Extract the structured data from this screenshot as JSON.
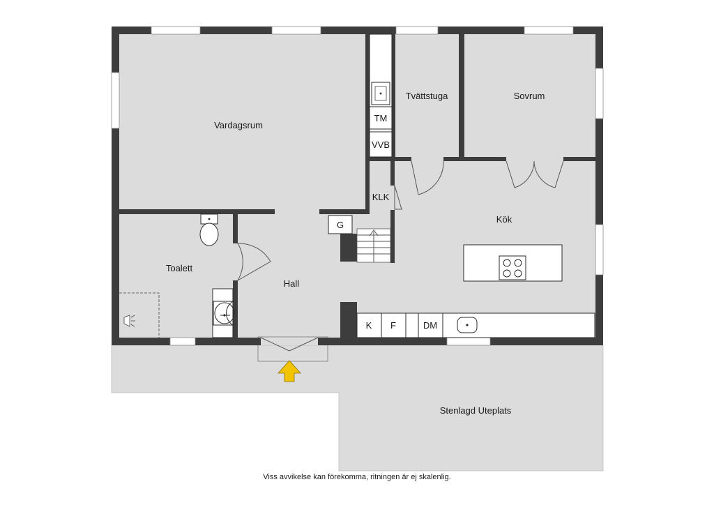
{
  "rooms": {
    "vardagsrum": "Vardagsrum",
    "tvattstuga": "Tvättstuga",
    "sovrum": "Sovrum",
    "klk": "KLK",
    "kok": "Kök",
    "toalett": "Toalett",
    "hall": "Hall",
    "uteplats": "Stenlagd Uteplats"
  },
  "fixtures": {
    "tm": "TM",
    "vvb": "VVB",
    "g": "G",
    "k": "K",
    "f": "F",
    "dm": "DM"
  },
  "disclaimer": "Viss avvikelse kan förekomma, ritningen är ej skalenlig.",
  "colors": {
    "wall": "#3d3d3d",
    "floor": "#dcdcdc",
    "fixture": "#ffffff",
    "entrance_arrow": "#f2c300"
  },
  "icons": [
    "entrance-arrow-icon",
    "stove-icon",
    "sink-icon",
    "toilet-icon",
    "washbasin-icon",
    "shower-icon",
    "stairs-icon"
  ]
}
